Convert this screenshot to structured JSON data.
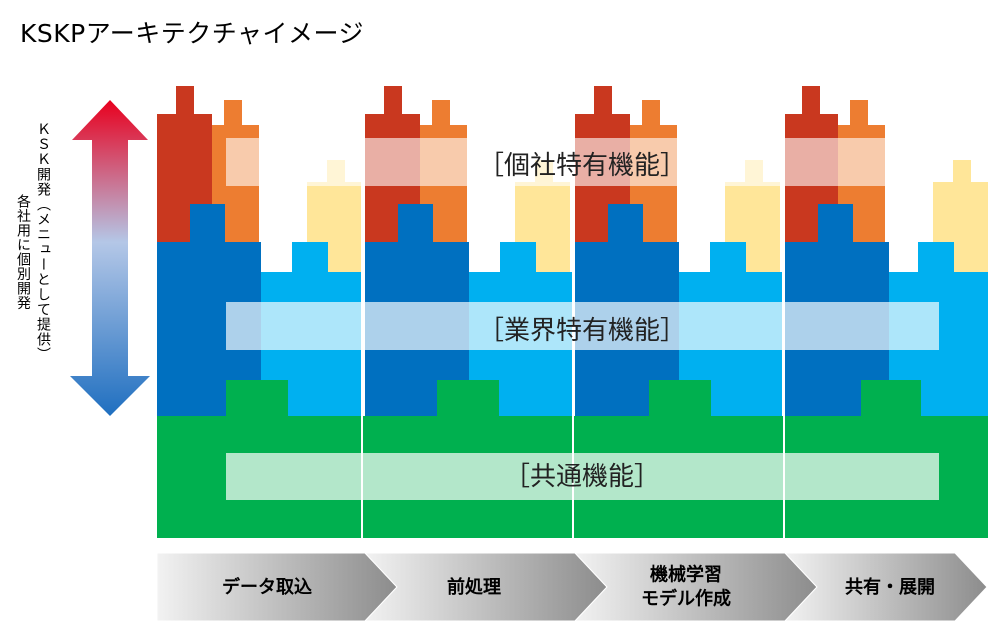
{
  "title": "KSKPアーキテクチャイメージ",
  "side_labels": {
    "line1": "ＫＳＫ開発（メニューとして提供）",
    "line2": "各社用に個別開発"
  },
  "bands": {
    "company_specific": "［個社特有機能］",
    "industry_specific": "［業界特有機能］",
    "common": "［共通機能］"
  },
  "stages": [
    "データ取込",
    "前処理",
    "機械学習\nモデル作成",
    "共有・展開"
  ],
  "colors": {
    "common_green": "#00b04f",
    "common_dark_green": "#009944",
    "industry_dark_blue": "#0070c0",
    "industry_light_blue": "#00b0f0",
    "company_red": "#c9381f",
    "company_orange": "#ed7d31",
    "company_yellow": "#ffe699",
    "arrow_top": "#e8001e",
    "arrow_bottom": "#1f6fc0",
    "stage_gray": "#a6a6a6"
  }
}
